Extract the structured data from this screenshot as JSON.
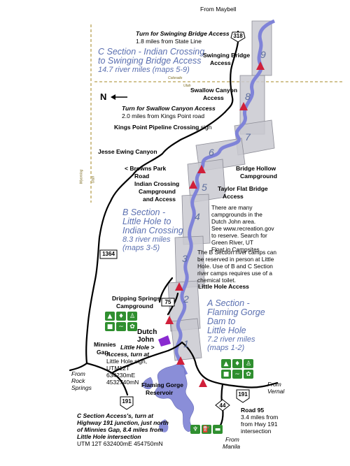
{
  "sections": {
    "c": {
      "title1": "C Section - Indian Crossing",
      "title2": "to Swinging Bridge Access",
      "miles": "14.7 river miles (maps 5-9)"
    },
    "b": {
      "title1": "B Section -",
      "title2": "Little Hole to",
      "title3": "Indian Crossing",
      "miles1": "8.3 river miles",
      "miles2": "(maps 3-5)"
    },
    "a": {
      "title1": "A Section -",
      "title2": "Flaming Gorge",
      "title3": "Dam to",
      "title4": "Little Hole",
      "miles1": "7.2 river miles",
      "miles2": "(maps 1-2)"
    }
  },
  "labels": {
    "from_maybell": "From Maybell",
    "turn_swinging_1": "Turn for Swinging Bridge Access",
    "turn_swinging_2": "1.8 miles from State Line",
    "swinging_bridge_1": "Swinging Bridge",
    "swinging_bridge_2": "Access",
    "colorado": "Colorado",
    "utah_top": "Utah",
    "swallow_canyon_1": "Swallow Canyon",
    "swallow_canyon_2": "Access",
    "turn_swallow_1": "Turn for Swallow Canyon Access",
    "turn_swallow_2": "2.0 miles from Kings Point road",
    "kings_point_bold": "Kings Point Pipeline Crossing",
    "kings_point_rest": " sign",
    "jesse_ewing": "Jesse Ewing Canyon",
    "browns_park_1": "< Browns Park",
    "browns_park_2": "Road",
    "bridge_hollow_1": "Bridge Hollow",
    "bridge_hollow_2": "Campground",
    "indian_crossing_1": "Indian Crossing",
    "indian_crossing_2": "Campground",
    "indian_crossing_3": "and Access",
    "taylor_flat_1": "Taylor Flat Bridge",
    "taylor_flat_2": "Access",
    "wyoming": "Wyoming",
    "utah_side": "Utah",
    "campground_note": "There are many\ncampgrounds in the\nDutch John area.\nSee www.recreation.gov\nto reserve.  Search for\nGreen River, UT\nFloat in Campsites",
    "rivercamp_note": "The B Section river camps can\nbe reserved in person at Little\nHole.  Use of B and C Section\nriver camps requires use of a\nchemical toilet.",
    "little_hole_access": "Little Hole Access",
    "dripping_springs_1": "Dripping Springs",
    "dripping_springs_2": "Campground",
    "dutch_john_1": "Dutch",
    "dutch_john_2": "John",
    "lh_access_1": "Little Hole >",
    "lh_access_2": "Access, turn at",
    "lh_access_3": "Little Hole sign,",
    "lh_access_4": "UTM12T",
    "lh_access_5": "634230mE",
    "lh_access_6": "4532740mN",
    "minnies_1": "Minnies",
    "minnies_2": "Gap",
    "from_rock_1": "From",
    "from_rock_2": "Rock",
    "from_rock_3": "Springs",
    "fg_res_1": "Flaming Gorge",
    "fg_res_2": "Reservoir",
    "from_vernal_1": "From",
    "from_vernal_2": "Vernal",
    "road95_1": "Road 95",
    "road95_2": "3.4 miles from",
    "road95_3": "from Hwy 191",
    "road95_4": "intersection",
    "from_manila_1": "From",
    "from_manila_2": "Manila",
    "c_access_1": "C Section Access's, turn at",
    "c_access_2": "Highway 191 junction, just north",
    "c_access_3": "of Minnies Gap, 8.4 miles from",
    "c_access_4": "Little Hole intersection",
    "c_access_5": "UTM 12T 632400mE 454750mN",
    "north_arrow": "N"
  },
  "shields": {
    "r318": "318",
    "r1364": "1364",
    "r75": "75",
    "r191a": "191",
    "r191b": "191",
    "r44": "44"
  },
  "map_numbers": [
    "1",
    "2",
    "3",
    "4",
    "5",
    "6",
    "7",
    "8",
    "9"
  ],
  "colors": {
    "river": "#7f83d8",
    "strip": "#c8c8d0",
    "access": "#d0203a",
    "section_text": "#5a6fb0",
    "reservoir": "#8a8ed8",
    "icon_green": "#2f8f2f",
    "purple": "#8a2ad0"
  }
}
